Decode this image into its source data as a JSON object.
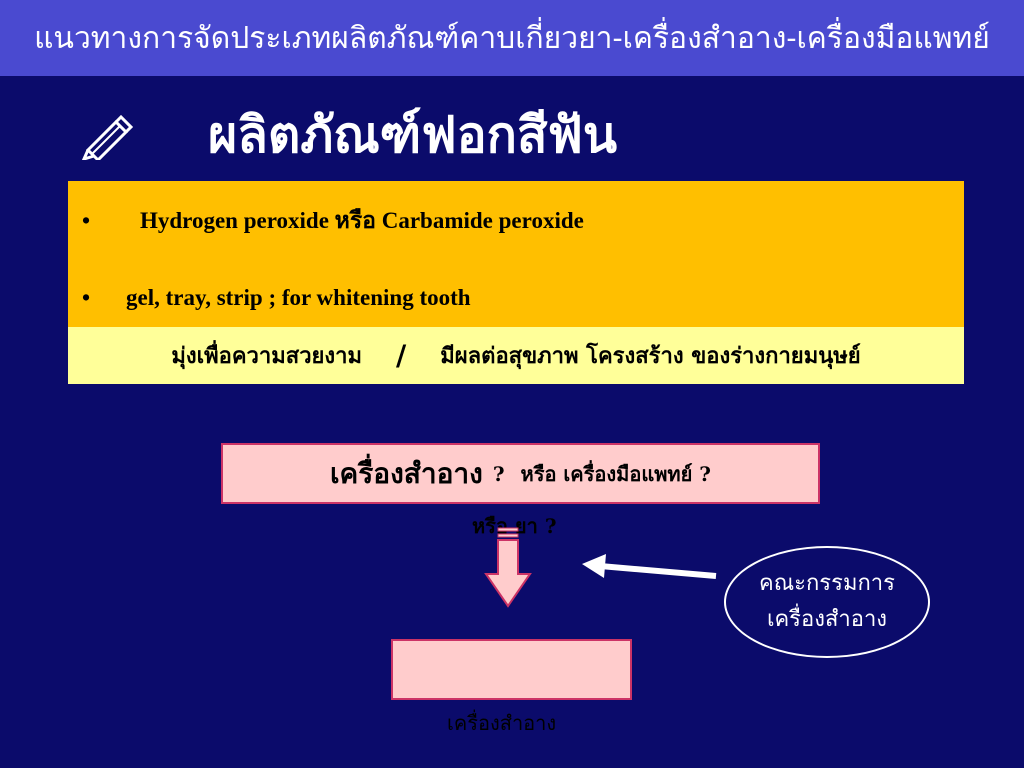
{
  "slide": {
    "title": "แนวทางการจัดประเภทผลิตภัณฑ์คาบเกี่ยวยา-เครื่องสำอาง-เครื่องมือแพทย์",
    "heading_icon": "pencil-icon",
    "heading": "ผลิตภัณฑ์ฟอกสีฟัน",
    "bullets": [
      {
        "marker": "•",
        "text": "Hydrogen peroxide  หรือ  Carbamide  peroxide"
      },
      {
        "marker": "•",
        "text": "gel,  tray,  strip  ;  for  whitening tooth"
      }
    ],
    "note": {
      "left": "มุ่งเพื่อความสวยงาม",
      "separator": "/",
      "right": "มีผลต่อสุขภาพ โครงสร้าง ของร่างกายมนุษย์"
    },
    "question": {
      "main": "เครื่องสำอาง",
      "mark": "?",
      "rest": "หรือ เครื่องมือแพทย์ ?",
      "extra": "หรือ ยา ?"
    },
    "committee": {
      "line1": "คณะกรรมการ",
      "line2": "เครื่องสำอาง"
    },
    "result": "เครื่องสำอาง",
    "colors": {
      "background": "#0b0b6b",
      "title_bar": "#4a4ad0",
      "orange": "#ffbf00",
      "yellow": "#ffff99",
      "pink": "#ffcccc"
    }
  }
}
